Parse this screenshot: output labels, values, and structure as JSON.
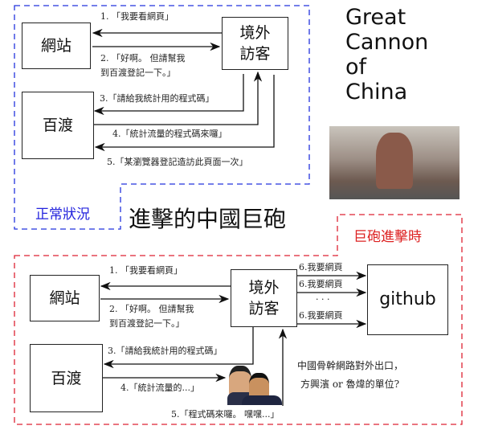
{
  "title": "進擊的中國巨砲",
  "english_title": [
    "Great",
    "Cannon",
    "of",
    "China"
  ],
  "normal": {
    "label": "正常狀況",
    "site": "網站",
    "visitor": [
      "境外",
      "訪客"
    ],
    "baidu": "百渡",
    "steps": [
      "1. 「我要看網頁」",
      "2. 「好啊。 但請幫我",
      "到百渡登記一下。」",
      "3.「請給我統計用的程式碼」",
      "4.「統計流量的程式碼來囉」",
      "5.「某瀏覽器登記造訪此頁面一次」"
    ]
  },
  "attack": {
    "label": "巨砲進擊時",
    "site": "網站",
    "visitor": [
      "境外",
      "訪客"
    ],
    "baidu": "百渡",
    "target": "github",
    "steps": [
      "1. 「我要看網頁」",
      "2. 「好啊。 但請幫我",
      "到百渡登記一下。」",
      "3.「請給我統計用的程式碼」",
      "4.「統計流量的...」",
      "5.「程式碼來囉。 嘿嘿...」"
    ],
    "requests": [
      "6.我要網頁",
      "6.我要網頁",
      "· · ·",
      "6.我要網頁"
    ],
    "note": [
      "中國骨幹網路對外出口，",
      "方興濱 or 魯煒的單位?"
    ]
  },
  "colors": {
    "normal": "#2222dd",
    "attack": "#dd2222"
  }
}
